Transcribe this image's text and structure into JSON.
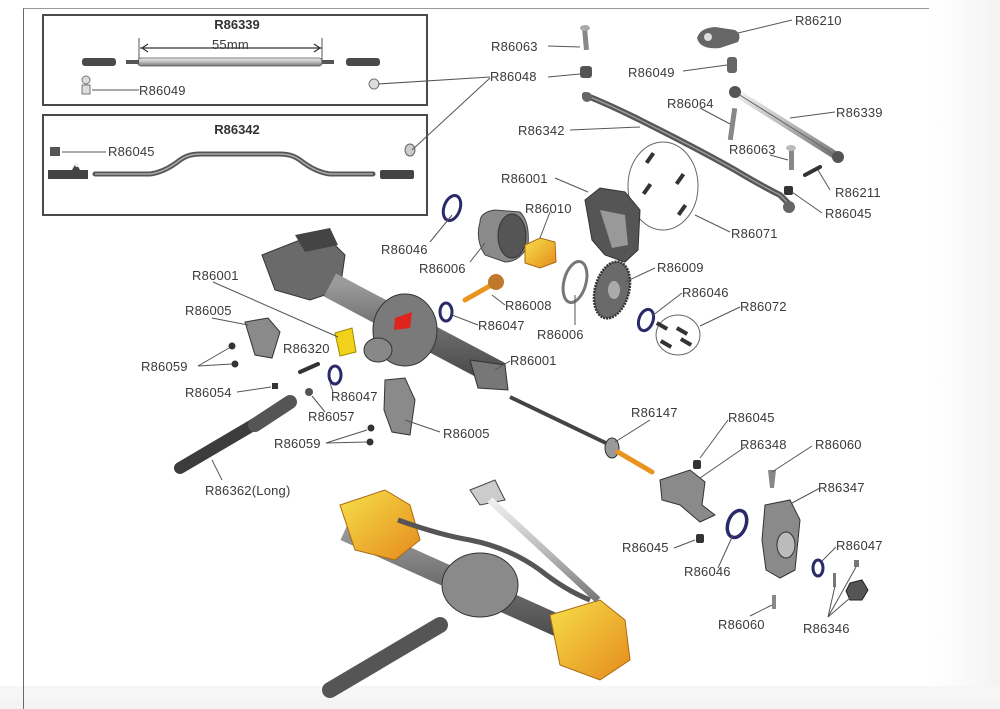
{
  "diagram": {
    "type": "exploded-parts-diagram",
    "subject": "front axle assembly",
    "inset_boxes": [
      {
        "title": "R86339",
        "dimension": "55mm",
        "labels": [
          "R86049"
        ]
      },
      {
        "title": "R86342",
        "labels": [
          "R86045"
        ]
      }
    ],
    "labels": {
      "r86063_top": "R86063",
      "r86048": "R86048",
      "r86342": "R86342",
      "r86001_top": "R86001",
      "r86010": "R86010",
      "r86046_top": "R86046",
      "r86006_left": "R86006",
      "r86008": "R86008",
      "r86047_mid": "R86047",
      "r86006_ring": "R86006",
      "r86009": "R86009",
      "r86046_right": "R86046",
      "r86072": "R86072",
      "r86210": "R86210",
      "r86049": "R86049",
      "r86064": "R86064",
      "r86339": "R86339",
      "r86063_right": "R86063",
      "r86211": "R86211",
      "r86045_right": "R86045",
      "r86071": "R86071",
      "r86001_left": "R86001",
      "r86005_left": "R86005",
      "r86320": "R86320",
      "r86059_left": "R86059",
      "r86054": "R86054",
      "r86047_low": "R86047",
      "r86057": "R86057",
      "r86001_right": "R86001",
      "r86005_low": "R86005",
      "r86059_low": "R86059",
      "r86362": "R86362(Long)",
      "r86147": "R86147",
      "r86045_knuckle": "R86045",
      "r86348": "R86348",
      "r86060_top": "R86060",
      "r86347": "R86347",
      "r86045_bottom": "R86045",
      "r86046_bottom": "R86046",
      "r86047_bottom": "R86047",
      "r86060_bottom": "R86060",
      "r86346": "R86346"
    },
    "colors": {
      "part_gray": "#7a7a7a",
      "part_dark": "#3c3c3c",
      "highlight_yellow": "#f2d11a",
      "highlight_orange": "#e8941f",
      "red_detail": "#e0231c",
      "bearing_blue": "#2a2a6a"
    }
  }
}
